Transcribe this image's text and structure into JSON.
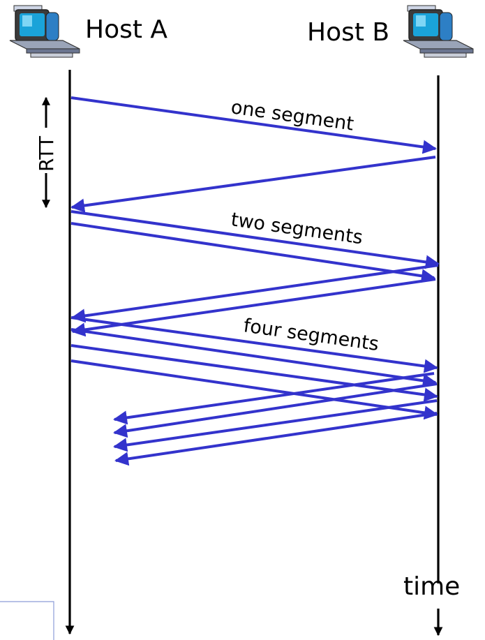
{
  "hosts": {
    "a_label": "Host A",
    "b_label": "Host B"
  },
  "rtt_label": "RTT",
  "time_label": "time",
  "segment_labels": {
    "one": "one segment",
    "two": "two segments",
    "four": "four segments"
  },
  "colors": {
    "arrow": "#3333cc",
    "timeline": "#000000",
    "computer_screen": "#1aa3d9",
    "computer_base": "#9aa4b8"
  },
  "icons": {
    "host_a": "computer-icon",
    "host_b": "computer-icon"
  }
}
